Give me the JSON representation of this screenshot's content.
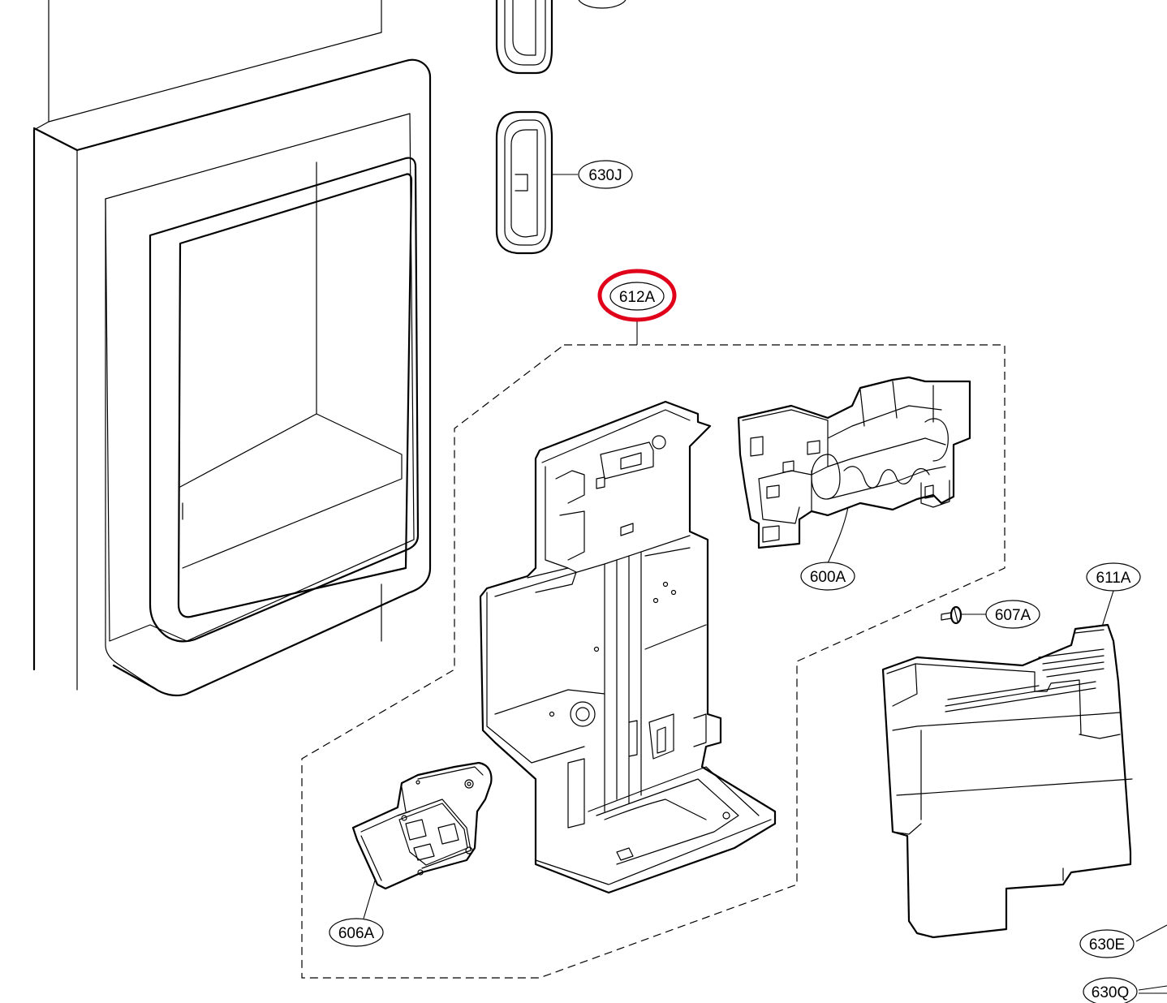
{
  "callouts": [
    {
      "id": "630J",
      "label": "630J"
    },
    {
      "id": "612A",
      "label": "612A",
      "highlighted": true
    },
    {
      "id": "600A",
      "label": "600A"
    },
    {
      "id": "611A",
      "label": "611A"
    },
    {
      "id": "607A",
      "label": "607A"
    },
    {
      "id": "606A",
      "label": "606A"
    },
    {
      "id": "630E",
      "label": "630E"
    },
    {
      "id": "630Q",
      "label": "630Q"
    }
  ],
  "colors": {
    "line": "#000000",
    "highlight": "#e0001a",
    "background": "#ffffff"
  }
}
